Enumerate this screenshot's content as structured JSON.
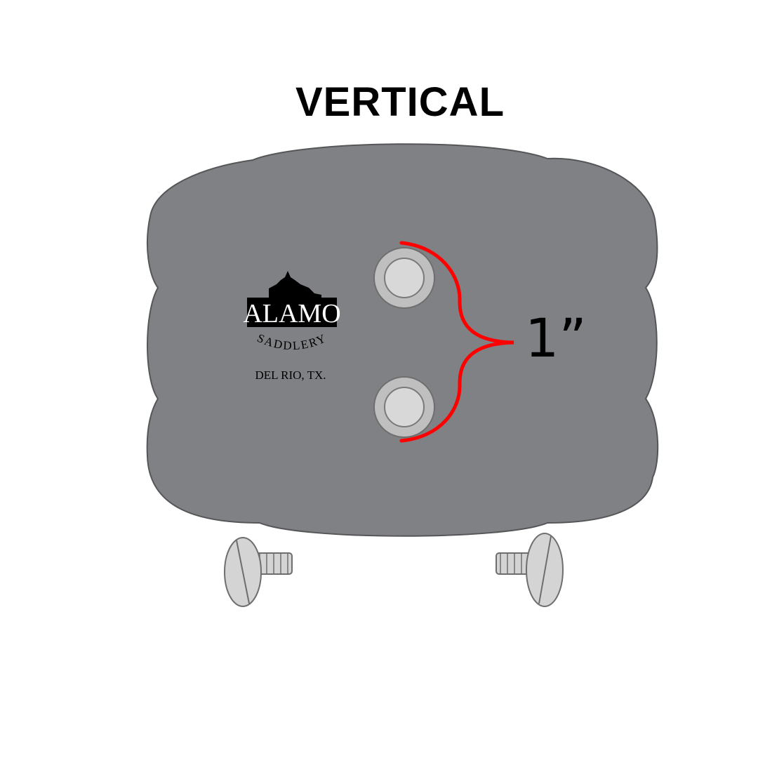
{
  "title": "VERTICAL",
  "logo": {
    "name": "ALAMO",
    "subname": "SADDLERY",
    "location": "DEL RIO, TX."
  },
  "measurement": {
    "label": "1”"
  },
  "colors": {
    "plate": "#808184",
    "plate_stroke": "#555658",
    "bracket": "#ff0000",
    "screw_fill": "#d4d4d4",
    "screw_stroke": "#6e6e6e",
    "text": "#000000"
  },
  "icons": {
    "post_top": "screw-post-icon",
    "post_bottom": "screw-post-icon",
    "screw_left": "chicago-screw-icon",
    "screw_right": "chicago-screw-icon",
    "logo_mark": "alamo-building-icon"
  }
}
